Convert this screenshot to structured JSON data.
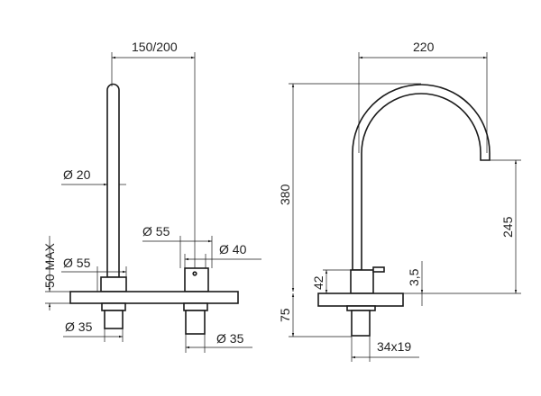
{
  "left_view": {
    "spout_offset": "150/200",
    "spout_diameter": "Ø 20",
    "base_diameter": "Ø 55",
    "deck_thickness": "50 MAX",
    "shank_diameter": "Ø 35",
    "valve_base_diameter": "Ø 55",
    "handle_diameter": "Ø 40",
    "valve_shank_diameter": "Ø 35"
  },
  "right_view": {
    "reach": "220",
    "total_height": "380",
    "outlet_height": "245",
    "lever_height": "42",
    "lever_offset": "3,5",
    "below_deck": "75",
    "shank_size": "34x19"
  },
  "colors": {
    "line": "#1a1a1a",
    "background": "#ffffff"
  }
}
